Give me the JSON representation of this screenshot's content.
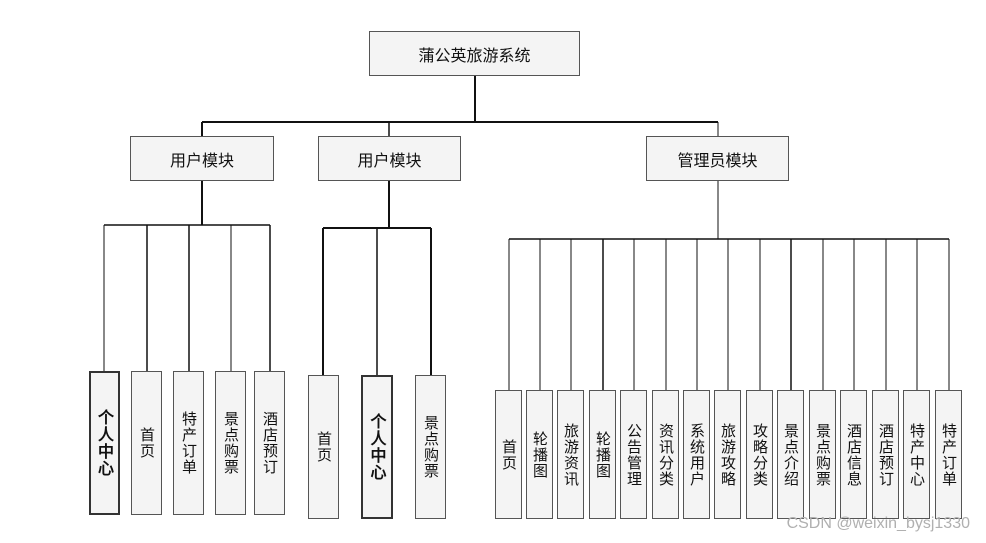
{
  "root": "蒲公英旅游系统",
  "modules": [
    {
      "label": "用户模块",
      "children": [
        "个人中心",
        "首页",
        "特产订单",
        "景点购票",
        "酒店预订"
      ]
    },
    {
      "label": "用户模块",
      "children": [
        "首页",
        "个人中心",
        "景点购票"
      ]
    },
    {
      "label": "管理员模块",
      "children": [
        "首页",
        "轮播图",
        "旅游资讯",
        "轮播图",
        "公告管理",
        "资讯分类",
        "系统用户",
        "旅游攻略",
        "攻略分类",
        "景点介绍",
        "景点购票",
        "酒店信息",
        "酒店预订",
        "特产中心",
        "特产订单"
      ]
    }
  ],
  "watermark": "CSDN @weixin_bysj1330",
  "colors": {
    "line": "#111111",
    "box_border": "#555555",
    "box_fill": "#f4f4f4",
    "background": "#ffffff",
    "watermark": "#b0b0b0"
  }
}
